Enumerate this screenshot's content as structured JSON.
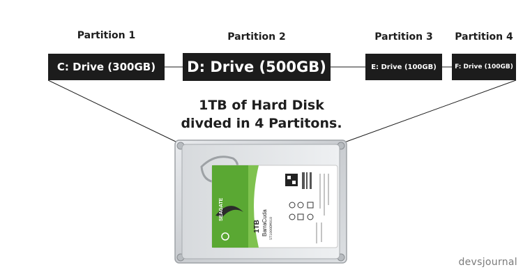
{
  "partitions": [
    {
      "heading": "Partition 1",
      "label": "C: Drive (300GB)"
    },
    {
      "heading": "Partition 2",
      "label": "D: Drive (500GB)"
    },
    {
      "heading": "Partition 3",
      "label": "E: Drive (100GB)"
    },
    {
      "heading": "Partition 4",
      "label": "F: Drive (100GB)"
    }
  ],
  "caption": {
    "line1": "1TB of Hard Disk",
    "line2": "divded in 4 Partitons."
  },
  "disk_label": {
    "brand": "SEAGATE",
    "model": "BarraCuda",
    "capacity": "1TB",
    "part_number": "ST1000DM010"
  },
  "watermark": "devsjournal",
  "colors": {
    "box_fill": "#1c1c1c",
    "box_text": "#ffffff",
    "label_green": "#5aa833"
  }
}
